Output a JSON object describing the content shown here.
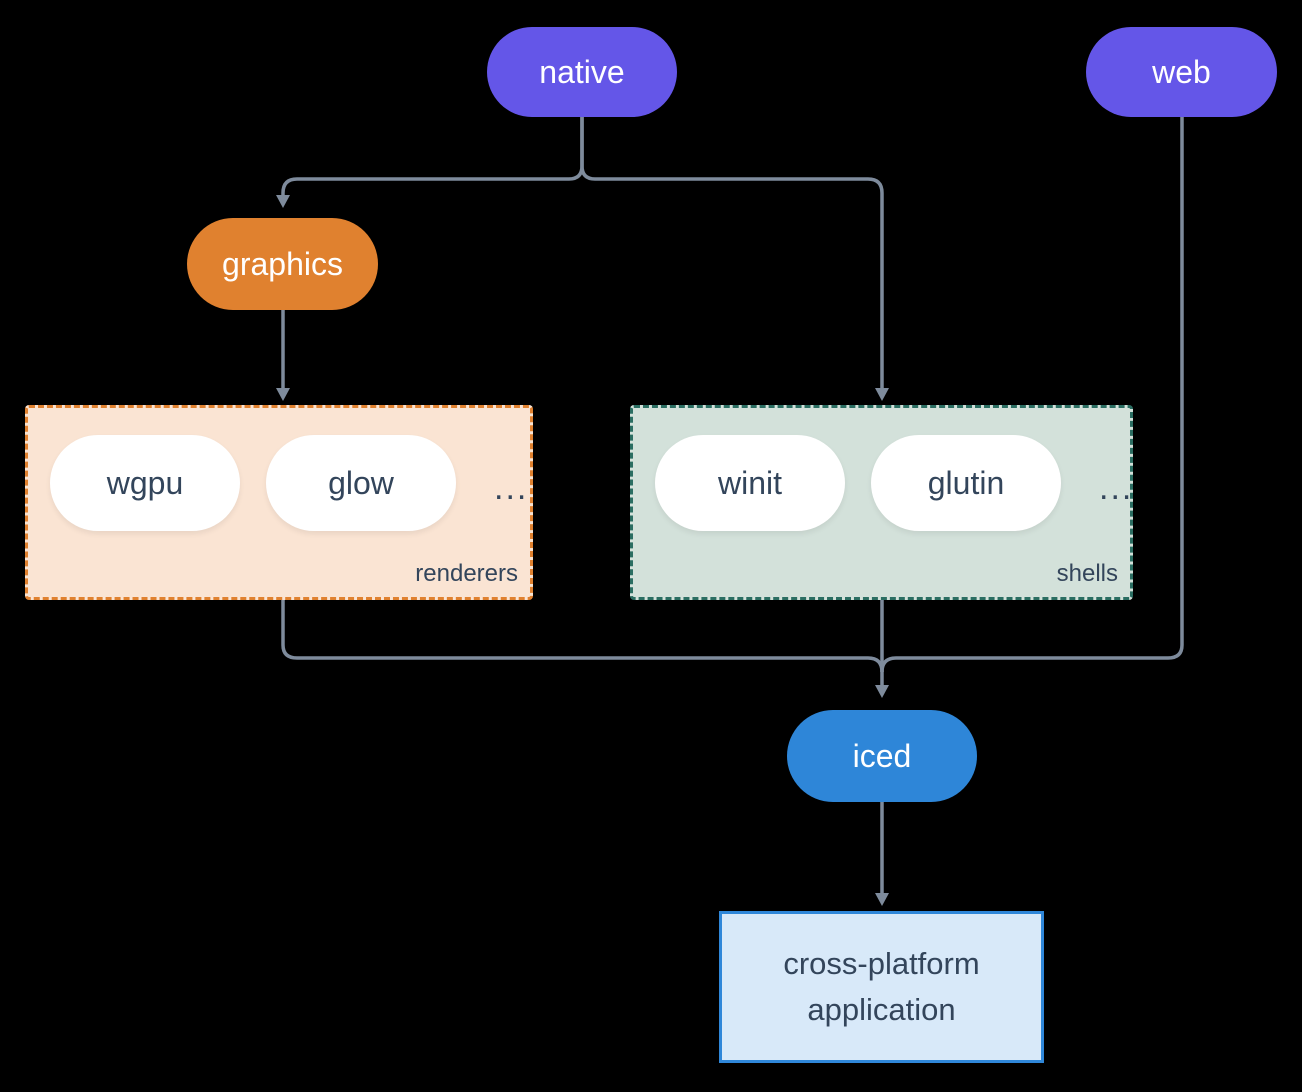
{
  "canvas": {
    "background": "#000000",
    "edge_color": "#7e8b9c"
  },
  "nodes": {
    "native": {
      "label": "native",
      "color": "#6456e8"
    },
    "web": {
      "label": "web",
      "color": "#6456e8"
    },
    "graphics": {
      "label": "graphics",
      "color": "#e0812f"
    },
    "iced": {
      "label": "iced",
      "color": "#2e86d8"
    },
    "app": {
      "label": "cross-platform application",
      "fill": "#d8e9f9",
      "border": "#2f87d9"
    }
  },
  "groups": {
    "renderers": {
      "label": "renderers",
      "items": [
        "wgpu",
        "glow"
      ],
      "ellipsis": "...",
      "fill": "#fae4d3",
      "border": "#e0812f"
    },
    "shells": {
      "label": "shells",
      "items": [
        "winit",
        "glutin"
      ],
      "ellipsis": "...",
      "fill": "#d3e1da",
      "border": "#2b6e62"
    }
  }
}
